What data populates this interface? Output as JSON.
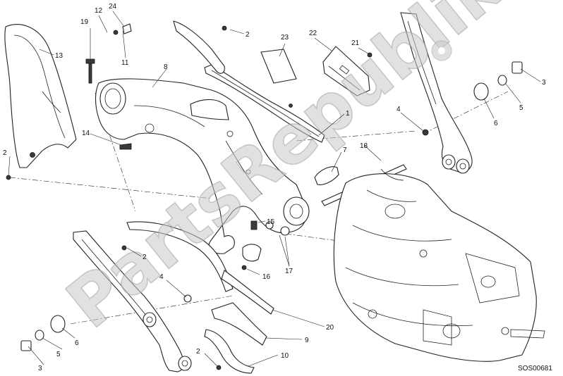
{
  "diagram": {
    "drawing_code": "SOS00681",
    "watermark_text": "PartsRepublik",
    "callouts": [
      {
        "id": "c1",
        "text": "1"
      },
      {
        "id": "c2a",
        "text": "2"
      },
      {
        "id": "c2b",
        "text": "2"
      },
      {
        "id": "c2c",
        "text": "2"
      },
      {
        "id": "c2d",
        "text": "2"
      },
      {
        "id": "c3a",
        "text": "3"
      },
      {
        "id": "c3b",
        "text": "3"
      },
      {
        "id": "c4a",
        "text": "4"
      },
      {
        "id": "c4b",
        "text": "4"
      },
      {
        "id": "c5a",
        "text": "5"
      },
      {
        "id": "c5b",
        "text": "5"
      },
      {
        "id": "c6a",
        "text": "6"
      },
      {
        "id": "c6b",
        "text": "6"
      },
      {
        "id": "c7",
        "text": "7"
      },
      {
        "id": "c8",
        "text": "8"
      },
      {
        "id": "c9",
        "text": "9"
      },
      {
        "id": "c10",
        "text": "10"
      },
      {
        "id": "c11",
        "text": "11"
      },
      {
        "id": "c12",
        "text": "12"
      },
      {
        "id": "c13",
        "text": "13"
      },
      {
        "id": "c14",
        "text": "14"
      },
      {
        "id": "c15",
        "text": "15"
      },
      {
        "id": "c16",
        "text": "16"
      },
      {
        "id": "c17",
        "text": "17"
      },
      {
        "id": "c18",
        "text": "18"
      },
      {
        "id": "c19",
        "text": "19"
      },
      {
        "id": "c20",
        "text": "20"
      },
      {
        "id": "c21",
        "text": "21"
      },
      {
        "id": "c22",
        "text": "22"
      },
      {
        "id": "c23",
        "text": "23"
      },
      {
        "id": "c24",
        "text": "24"
      }
    ]
  }
}
